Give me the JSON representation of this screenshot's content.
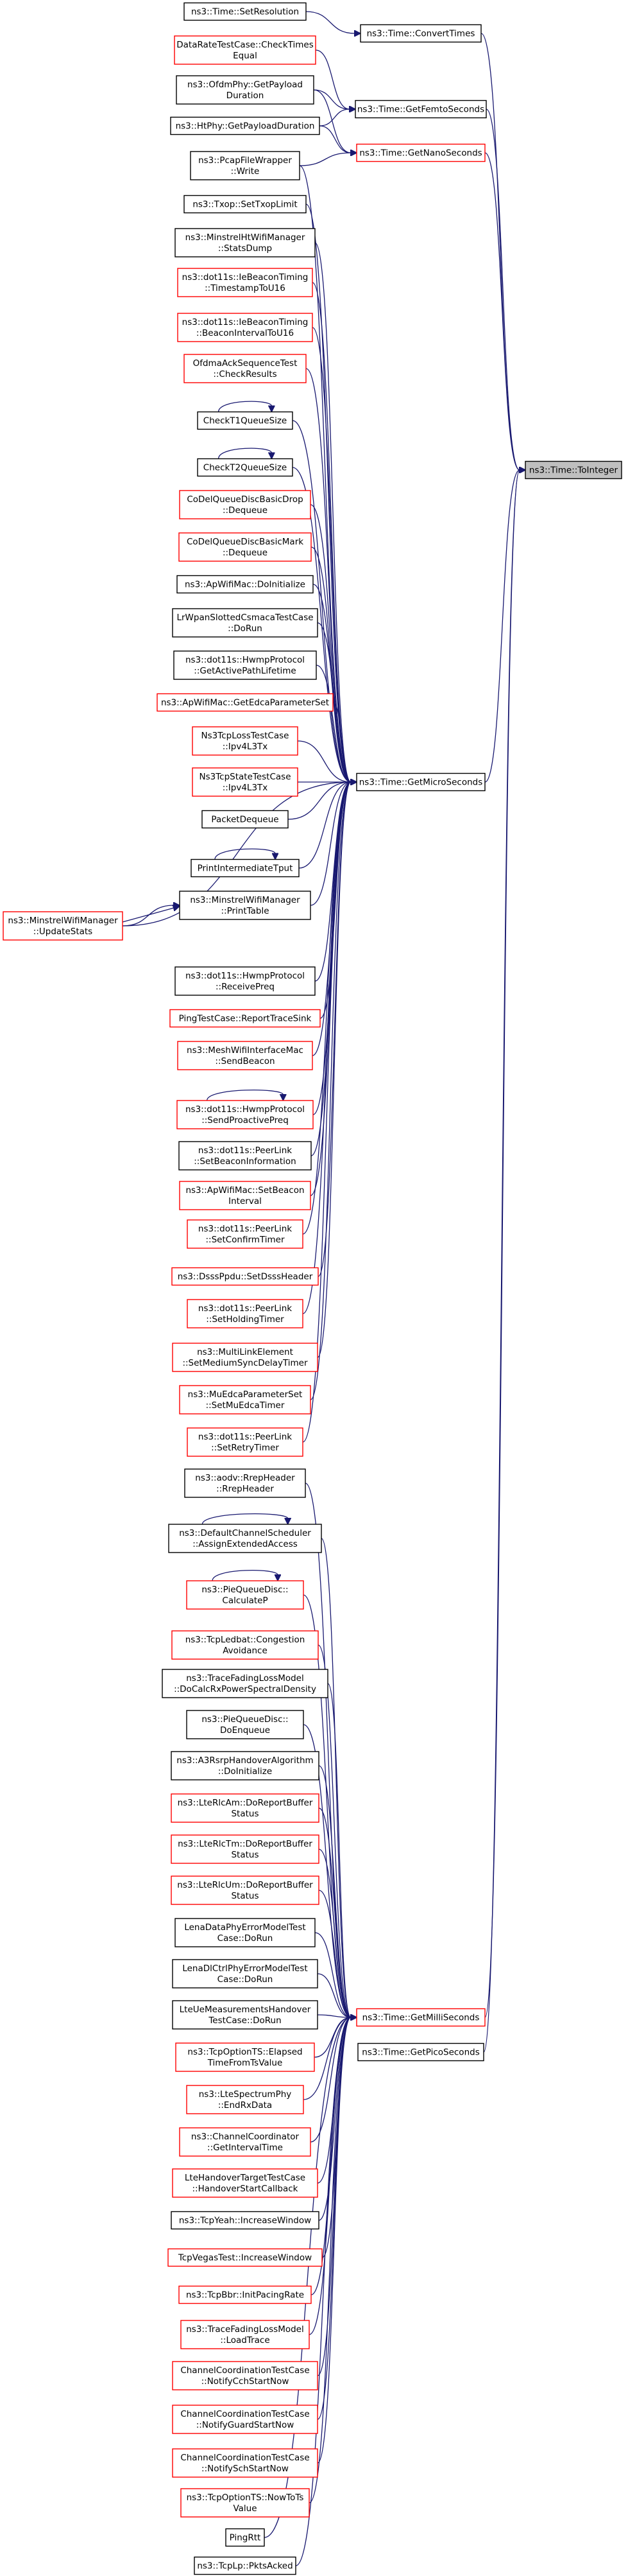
{
  "graph": {
    "root": {
      "id": "toint",
      "lines": [
        "ns3::Time::ToInteger"
      ]
    },
    "nodes": [
      {
        "id": "setres",
        "lines": [
          "ns3::Time::SetResolution"
        ],
        "border": "black"
      },
      {
        "id": "convtimes",
        "lines": [
          "ns3::Time::ConvertTimes"
        ],
        "border": "black"
      },
      {
        "id": "dratecheck",
        "lines": [
          "DataRateTestCase::CheckTimes",
          "Equal"
        ],
        "border": "red"
      },
      {
        "id": "ofdmpayload",
        "lines": [
          "ns3::OfdmPhy::GetPayload",
          "Duration"
        ],
        "border": "black"
      },
      {
        "id": "htpayload",
        "lines": [
          "ns3::HtPhy::GetPayloadDuration"
        ],
        "border": "black"
      },
      {
        "id": "getfemto",
        "lines": [
          "ns3::Time::GetFemtoSeconds"
        ],
        "border": "black"
      },
      {
        "id": "pcapwrite",
        "lines": [
          "ns3::PcapFileWrapper",
          "::Write"
        ],
        "border": "black"
      },
      {
        "id": "getnano",
        "lines": [
          "ns3::Time::GetNanoSeconds"
        ],
        "border": "red"
      },
      {
        "id": "txopsetlimit",
        "lines": [
          "ns3::Txop::SetTxopLimit"
        ],
        "border": "black"
      },
      {
        "id": "minstrelht",
        "lines": [
          "ns3::MinstrelHtWifiManager",
          "::StatsDump"
        ],
        "border": "black"
      },
      {
        "id": "beacontsu",
        "lines": [
          "ns3::dot11s::IeBeaconTiming",
          "::TimestampToU16"
        ],
        "border": "red"
      },
      {
        "id": "beaconint",
        "lines": [
          "ns3::dot11s::IeBeaconTiming",
          "::BeaconIntervalToU16"
        ],
        "border": "red"
      },
      {
        "id": "ofdmaack",
        "lines": [
          "OfdmaAckSequenceTest",
          "::CheckResults"
        ],
        "border": "red"
      },
      {
        "id": "checkt1",
        "lines": [
          "CheckT1QueueSize"
        ],
        "border": "black",
        "self_loop": true
      },
      {
        "id": "checkt2",
        "lines": [
          "CheckT2QueueSize"
        ],
        "border": "black",
        "self_loop": true
      },
      {
        "id": "codeldrop",
        "lines": [
          "CoDelQueueDiscBasicDrop",
          "::Dequeue"
        ],
        "border": "red"
      },
      {
        "id": "codelmark",
        "lines": [
          "CoDelQueueDiscBasicMark",
          "::Dequeue"
        ],
        "border": "red"
      },
      {
        "id": "apwifiinit",
        "lines": [
          "ns3::ApWifiMac::DoInitialize"
        ],
        "border": "black"
      },
      {
        "id": "lrwpan",
        "lines": [
          "LrWpanSlottedCsmacaTestCase",
          "::DoRun"
        ],
        "border": "black"
      },
      {
        "id": "hwmplifetime",
        "lines": [
          "ns3::dot11s::HwmpProtocol",
          "::GetActivePathLifetime"
        ],
        "border": "black"
      },
      {
        "id": "edcaparam",
        "lines": [
          "ns3::ApWifiMac::GetEdcaParameterSet"
        ],
        "border": "red"
      },
      {
        "id": "tcploss",
        "lines": [
          "Ns3TcpLossTestCase",
          "::Ipv4L3Tx"
        ],
        "border": "red"
      },
      {
        "id": "tcpstate",
        "lines": [
          "Ns3TcpStateTestCase",
          "::Ipv4L3Tx"
        ],
        "border": "red"
      },
      {
        "id": "getmicro",
        "lines": [
          "ns3::Time::GetMicroSeconds"
        ],
        "border": "black"
      },
      {
        "id": "packetdeq",
        "lines": [
          "PacketDequeue"
        ],
        "border": "black"
      },
      {
        "id": "printinter",
        "lines": [
          "PrintIntermediateTput"
        ],
        "border": "black",
        "self_loop": true
      },
      {
        "id": "minstrelprint",
        "lines": [
          "ns3::MinstrelWifiManager",
          "::PrintTable"
        ],
        "border": "black"
      },
      {
        "id": "minstrelupdate",
        "lines": [
          "ns3::MinstrelWifiManager",
          "::UpdateStats"
        ],
        "border": "red"
      },
      {
        "id": "hwmppreq",
        "lines": [
          "ns3::dot11s::HwmpProtocol",
          "::ReceivePreq"
        ],
        "border": "black"
      },
      {
        "id": "pingsink",
        "lines": [
          "PingTestCase::ReportTraceSink"
        ],
        "border": "red"
      },
      {
        "id": "meshbeacon",
        "lines": [
          "ns3::MeshWifiInterfaceMac",
          "::SendBeacon"
        ],
        "border": "red"
      },
      {
        "id": "hwmpproactive",
        "lines": [
          "ns3::dot11s::HwmpProtocol",
          "::SendProactivePreq"
        ],
        "border": "red",
        "self_loop": true
      },
      {
        "id": "peerbeacon",
        "lines": [
          "ns3::dot11s::PeerLink",
          "::SetBeaconInformation"
        ],
        "border": "black"
      },
      {
        "id": "apbeaconint",
        "lines": [
          "ns3::ApWifiMac::SetBeacon",
          "Interval"
        ],
        "border": "red"
      },
      {
        "id": "peerconfirm",
        "lines": [
          "ns3::dot11s::PeerLink",
          "::SetConfirmTimer"
        ],
        "border": "red"
      },
      {
        "id": "dsssheader",
        "lines": [
          "ns3::DsssPpdu::SetDsssHeader"
        ],
        "border": "red"
      },
      {
        "id": "peerholding",
        "lines": [
          "ns3::dot11s::PeerLink",
          "::SetHoldingTimer"
        ],
        "border": "red"
      },
      {
        "id": "multilink",
        "lines": [
          "ns3::MultiLinkElement",
          "::SetMediumSyncDelayTimer"
        ],
        "border": "red"
      },
      {
        "id": "muedca",
        "lines": [
          "ns3::MuEdcaParameterSet",
          "::SetMuEdcaTimer"
        ],
        "border": "red"
      },
      {
        "id": "peerretry",
        "lines": [
          "ns3::dot11s::PeerLink",
          "::SetRetryTimer"
        ],
        "border": "red"
      },
      {
        "id": "aodvrrep",
        "lines": [
          "ns3::aodv::RrepHeader",
          "::RrepHeader"
        ],
        "border": "black"
      },
      {
        "id": "defchsched",
        "lines": [
          "ns3::DefaultChannelScheduler",
          "::AssignExtendedAccess"
        ],
        "border": "black",
        "self_loop": true
      },
      {
        "id": "piecalc",
        "lines": [
          "ns3::PieQueueDisc::",
          "CalculateP"
        ],
        "border": "red",
        "self_loop": true
      },
      {
        "id": "tcpledbat",
        "lines": [
          "ns3::TcpLedbat::Congestion",
          "Avoidance"
        ],
        "border": "red"
      },
      {
        "id": "tracefading",
        "lines": [
          "ns3::TraceFadingLossModel",
          "::DoCalcRxPowerSpectralDensity"
        ],
        "border": "black"
      },
      {
        "id": "pieenq",
        "lines": [
          "ns3::PieQueueDisc::",
          "DoEnqueue"
        ],
        "border": "black"
      },
      {
        "id": "a3rsrp",
        "lines": [
          "ns3::A3RsrpHandoverAlgorithm",
          "::DoInitialize"
        ],
        "border": "black"
      },
      {
        "id": "lterlcam",
        "lines": [
          "ns3::LteRlcAm::DoReportBuffer",
          "Status"
        ],
        "border": "red"
      },
      {
        "id": "lterlctm",
        "lines": [
          "ns3::LteRlcTm::DoReportBuffer",
          "Status"
        ],
        "border": "red"
      },
      {
        "id": "lterlcum",
        "lines": [
          "ns3::LteRlcUm::DoReportBuffer",
          "Status"
        ],
        "border": "red"
      },
      {
        "id": "lenadata",
        "lines": [
          "LenaDataPhyErrorModelTest",
          "Case::DoRun"
        ],
        "border": "black"
      },
      {
        "id": "lenactrl",
        "lines": [
          "LenaDlCtrlPhyErrorModelTest",
          "Case::DoRun"
        ],
        "border": "black"
      },
      {
        "id": "lteue",
        "lines": [
          "LteUeMeasurementsHandover",
          "TestCase::DoRun"
        ],
        "border": "black"
      },
      {
        "id": "getmilli",
        "lines": [
          "ns3::Time::GetMilliSeconds"
        ],
        "border": "red"
      },
      {
        "id": "getpico",
        "lines": [
          "ns3::Time::GetPicoSeconds"
        ],
        "border": "black"
      },
      {
        "id": "tcpopttselapsed",
        "lines": [
          "ns3::TcpOptionTS::Elapsed",
          "TimeFromTsValue"
        ],
        "border": "red"
      },
      {
        "id": "ltespectrum",
        "lines": [
          "ns3::LteSpectrumPhy",
          "::EndRxData"
        ],
        "border": "red"
      },
      {
        "id": "chcoordinterval",
        "lines": [
          "ns3::ChannelCoordinator",
          "::GetIntervalTime"
        ],
        "border": "red"
      },
      {
        "id": "ltehandover",
        "lines": [
          "LteHandoverTargetTestCase",
          "::HandoverStartCallback"
        ],
        "border": "red"
      },
      {
        "id": "tcpyeah",
        "lines": [
          "ns3::TcpYeah::IncreaseWindow"
        ],
        "border": "black"
      },
      {
        "id": "tcpvegas",
        "lines": [
          "TcpVegasTest::IncreaseWindow"
        ],
        "border": "red"
      },
      {
        "id": "tcpbbr",
        "lines": [
          "ns3::TcpBbr::InitPacingRate"
        ],
        "border": "red"
      },
      {
        "id": "tracefadingload",
        "lines": [
          "ns3::TraceFadingLossModel",
          "::LoadTrace"
        ],
        "border": "red"
      },
      {
        "id": "chcoordcch",
        "lines": [
          "ChannelCoordinationTestCase",
          "::NotifyCchStartNow"
        ],
        "border": "red"
      },
      {
        "id": "chcoordguard",
        "lines": [
          "ChannelCoordinationTestCase",
          "::NotifyGuardStartNow"
        ],
        "border": "red"
      },
      {
        "id": "chcoordsch",
        "lines": [
          "ChannelCoordinationTestCase",
          "::NotifySchStartNow"
        ],
        "border": "red"
      },
      {
        "id": "tcpopttsnow",
        "lines": [
          "ns3::TcpOptionTS::NowToTs",
          "Value"
        ],
        "border": "red"
      },
      {
        "id": "pingrtt",
        "lines": [
          "PingRtt"
        ],
        "border": "black"
      },
      {
        "id": "tcplp",
        "lines": [
          "ns3::TcpLp::PktsAcked"
        ],
        "border": "black"
      }
    ],
    "edges": [
      [
        "setres",
        "convtimes"
      ],
      [
        "convtimes",
        "toint"
      ],
      [
        "dratecheck",
        "getfemto"
      ],
      [
        "ofdmpayload",
        "getfemto"
      ],
      [
        "htpayload",
        "getfemto"
      ],
      [
        "ofdmpayload",
        "getnano"
      ],
      [
        "htpayload",
        "getnano"
      ],
      [
        "getfemto",
        "toint"
      ],
      [
        "pcapwrite",
        "getnano"
      ],
      [
        "getnano",
        "toint"
      ],
      [
        "pcapwrite",
        "getmicro"
      ],
      [
        "txopsetlimit",
        "getmicro"
      ],
      [
        "minstrelht",
        "getmicro"
      ],
      [
        "beacontsu",
        "getmicro"
      ],
      [
        "beaconint",
        "getmicro"
      ],
      [
        "ofdmaack",
        "getmicro"
      ],
      [
        "checkt1",
        "getmicro"
      ],
      [
        "checkt2",
        "getmicro"
      ],
      [
        "codeldrop",
        "getmicro"
      ],
      [
        "codelmark",
        "getmicro"
      ],
      [
        "apwifiinit",
        "getmicro"
      ],
      [
        "lrwpan",
        "getmicro"
      ],
      [
        "hwmplifetime",
        "getmicro"
      ],
      [
        "edcaparam",
        "getmicro"
      ],
      [
        "tcploss",
        "getmicro"
      ],
      [
        "tcpstate",
        "getmicro"
      ],
      [
        "packetdeq",
        "getmicro"
      ],
      [
        "printinter",
        "getmicro"
      ],
      [
        "minstrelprint",
        "getmicro"
      ],
      [
        "minstrelupdate",
        "minstrelprint"
      ],
      [
        "minstrelupdate",
        "getmicro"
      ],
      [
        "hwmppreq",
        "getmicro"
      ],
      [
        "pingsink",
        "getmicro"
      ],
      [
        "meshbeacon",
        "getmicro"
      ],
      [
        "hwmpproactive",
        "getmicro"
      ],
      [
        "peerbeacon",
        "getmicro"
      ],
      [
        "apbeaconint",
        "getmicro"
      ],
      [
        "peerconfirm",
        "getmicro"
      ],
      [
        "dsssheader",
        "getmicro"
      ],
      [
        "peerholding",
        "getmicro"
      ],
      [
        "multilink",
        "getmicro"
      ],
      [
        "muedca",
        "getmicro"
      ],
      [
        "peerretry",
        "getmicro"
      ],
      [
        "getmicro",
        "toint"
      ],
      [
        "aodvrrep",
        "getmilli"
      ],
      [
        "defchsched",
        "getmilli"
      ],
      [
        "piecalc",
        "getmilli"
      ],
      [
        "tcpledbat",
        "getmilli"
      ],
      [
        "tracefading",
        "getmilli"
      ],
      [
        "pieenq",
        "getmilli"
      ],
      [
        "a3rsrp",
        "getmilli"
      ],
      [
        "lterlcam",
        "getmilli"
      ],
      [
        "lterlctm",
        "getmilli"
      ],
      [
        "lterlcum",
        "getmilli"
      ],
      [
        "lenadata",
        "getmilli"
      ],
      [
        "lenactrl",
        "getmilli"
      ],
      [
        "lteue",
        "getmilli"
      ],
      [
        "tcpopttselapsed",
        "getmilli"
      ],
      [
        "ltespectrum",
        "getmilli"
      ],
      [
        "chcoordinterval",
        "getmilli"
      ],
      [
        "ltehandover",
        "getmilli"
      ],
      [
        "tcpyeah",
        "getmilli"
      ],
      [
        "tcpvegas",
        "getmilli"
      ],
      [
        "tcpbbr",
        "getmilli"
      ],
      [
        "tracefadingload",
        "getmilli"
      ],
      [
        "chcoordcch",
        "getmilli"
      ],
      [
        "chcoordguard",
        "getmilli"
      ],
      [
        "chcoordsch",
        "getmilli"
      ],
      [
        "tcpopttsnow",
        "getmilli"
      ],
      [
        "pingrtt",
        "getmilli"
      ],
      [
        "tcplp",
        "getmilli"
      ],
      [
        "getmilli",
        "toint"
      ],
      [
        "getpico",
        "toint"
      ]
    ]
  }
}
